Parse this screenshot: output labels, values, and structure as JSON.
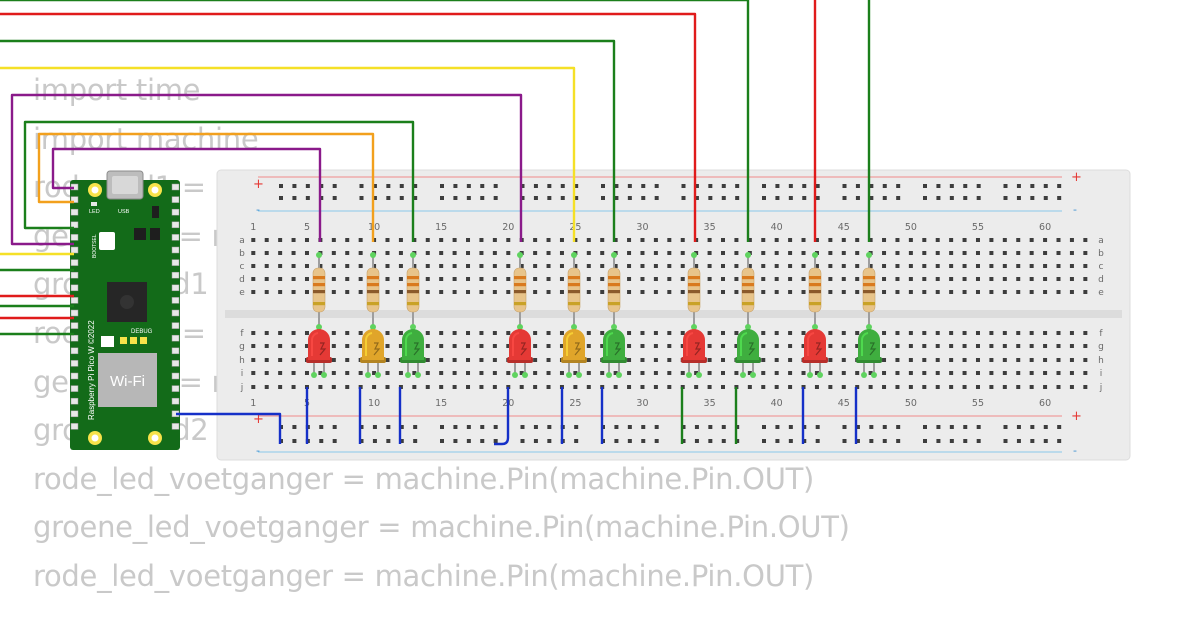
{
  "code_lines": [
    "import time",
    "import machine",
    "rode_led1 = machine.Pin(machine.Pin.OUT)",
    "gele_led1 = machine.Pin(machine.Pin.OUT)",
    "groene_led1 = machine.Pin(machine.Pin.OUT)",
    "rode_led2 = machine.Pin(machine.Pin.OUT)",
    "gele_led2 = machine.Pin(machine.Pin.OUT)",
    "groene_led2 = machine.Pin(5,machine.Pin.OUT)",
    "rode_led_voetganger = machine.Pin(machine.Pin.OUT)",
    "groene_led_voetganger = machine.Pin(machine.Pin.OUT)",
    "rode_led_voetganger = machine.Pin(machine.Pin.OUT)"
  ],
  "pico": {
    "model_text": "Raspberry Pi Pico W ©2022",
    "wifi_label": "Wi-Fi",
    "led_label": "LED",
    "usb_label": "USB",
    "bootsel_label": "BOOTSEL",
    "debug_label": "DEBUG"
  },
  "breadboard": {
    "plus": "+",
    "minus": "-",
    "column_numbers": [
      "1",
      "5",
      "10",
      "15",
      "20",
      "25",
      "30",
      "35",
      "40",
      "45",
      "50",
      "55",
      "60"
    ],
    "rows_top": [
      "a",
      "b",
      "c",
      "d",
      "e"
    ],
    "rows_bottom": [
      "f",
      "g",
      "h",
      "i",
      "j"
    ]
  },
  "leds": [
    {
      "color": "red",
      "hex": "#e53935"
    },
    {
      "color": "yellow",
      "hex": "#e0a52a"
    },
    {
      "color": "green",
      "hex": "#3fae3f"
    },
    {
      "color": "red",
      "hex": "#e53935"
    },
    {
      "color": "yellow",
      "hex": "#e0a52a"
    },
    {
      "color": "green",
      "hex": "#3fae3f"
    },
    {
      "color": "red",
      "hex": "#e53935"
    },
    {
      "color": "green",
      "hex": "#3fae3f"
    },
    {
      "color": "red",
      "hex": "#e53935"
    },
    {
      "color": "green",
      "hex": "#3fae3f"
    }
  ],
  "wire_colors": {
    "purple": "#8a1a8a",
    "orange": "#f2a01d",
    "green": "#1b7f1b",
    "yellow": "#f5e027",
    "red": "#e01b1b",
    "blue": "#1530c8"
  }
}
